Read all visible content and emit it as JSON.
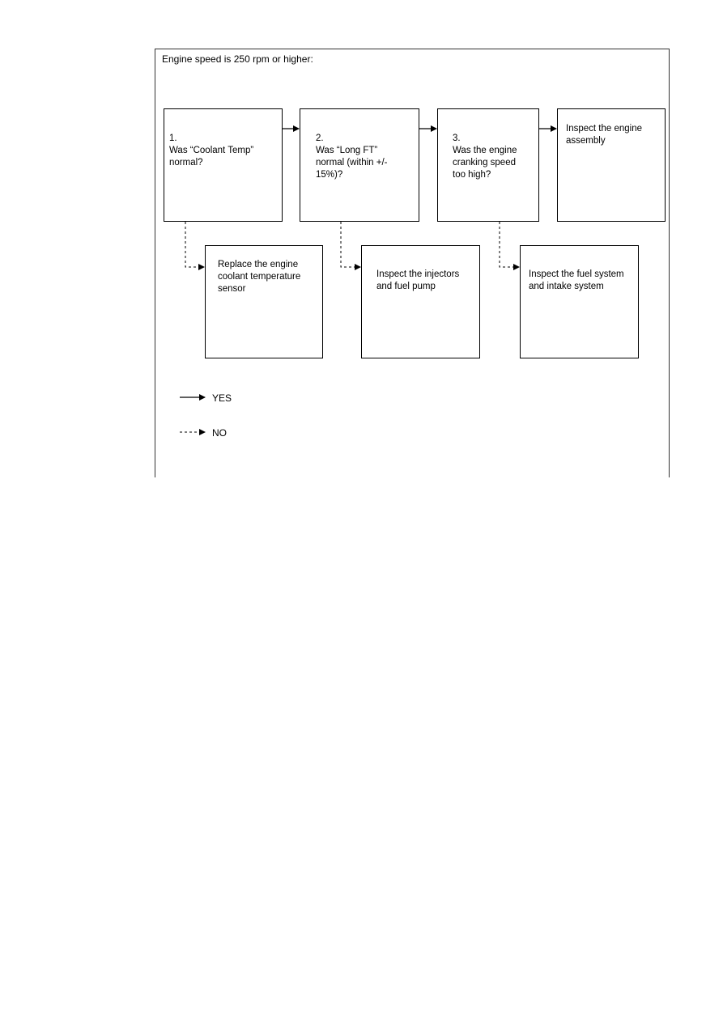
{
  "diagram": {
    "title": "Engine speed is 250 rpm or higher:",
    "steps": [
      {
        "number": "1.",
        "question": "Was “Coolant Temp”\nnormal?"
      },
      {
        "number": "2.",
        "question": "Was “Long FT”\nnormal (within +/-\n15%)?"
      },
      {
        "number": "3.",
        "question": "Was the engine\ncranking speed\ntoo high?"
      }
    ],
    "final_yes_action": "Inspect the engine\nassembly",
    "no_actions": [
      "Replace the engine\ncoolant temperature\nsensor",
      "Inspect the injectors\nand fuel pump",
      "Inspect the fuel system\nand intake system"
    ],
    "legend": {
      "yes_label": "YES",
      "no_label": "NO"
    }
  }
}
